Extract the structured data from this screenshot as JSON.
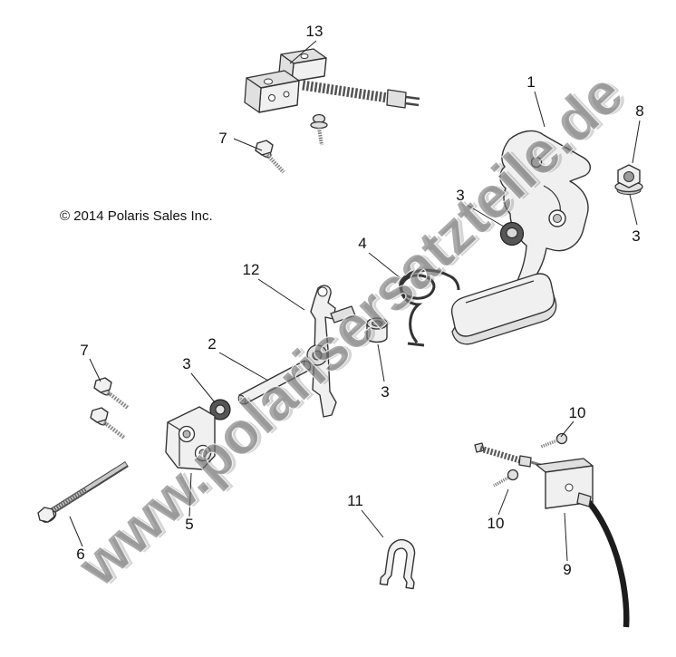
{
  "page": {
    "copyright": "© 2014 Polaris Sales Inc.",
    "watermark": "www.polarisersatzteile.de",
    "background_color": "#ffffff",
    "line_color": "#333333",
    "watermark_color": "#767676"
  },
  "callouts": [
    {
      "label": "13"
    },
    {
      "label": "7"
    },
    {
      "label": "1"
    },
    {
      "label": "8"
    },
    {
      "label": "3"
    },
    {
      "label": "3"
    },
    {
      "label": "4"
    },
    {
      "label": "12"
    },
    {
      "label": "2"
    },
    {
      "label": "3"
    },
    {
      "label": "3"
    },
    {
      "label": "7"
    },
    {
      "label": "5"
    },
    {
      "label": "6"
    },
    {
      "label": "11"
    },
    {
      "label": "10"
    },
    {
      "label": "10"
    },
    {
      "label": "9"
    }
  ]
}
